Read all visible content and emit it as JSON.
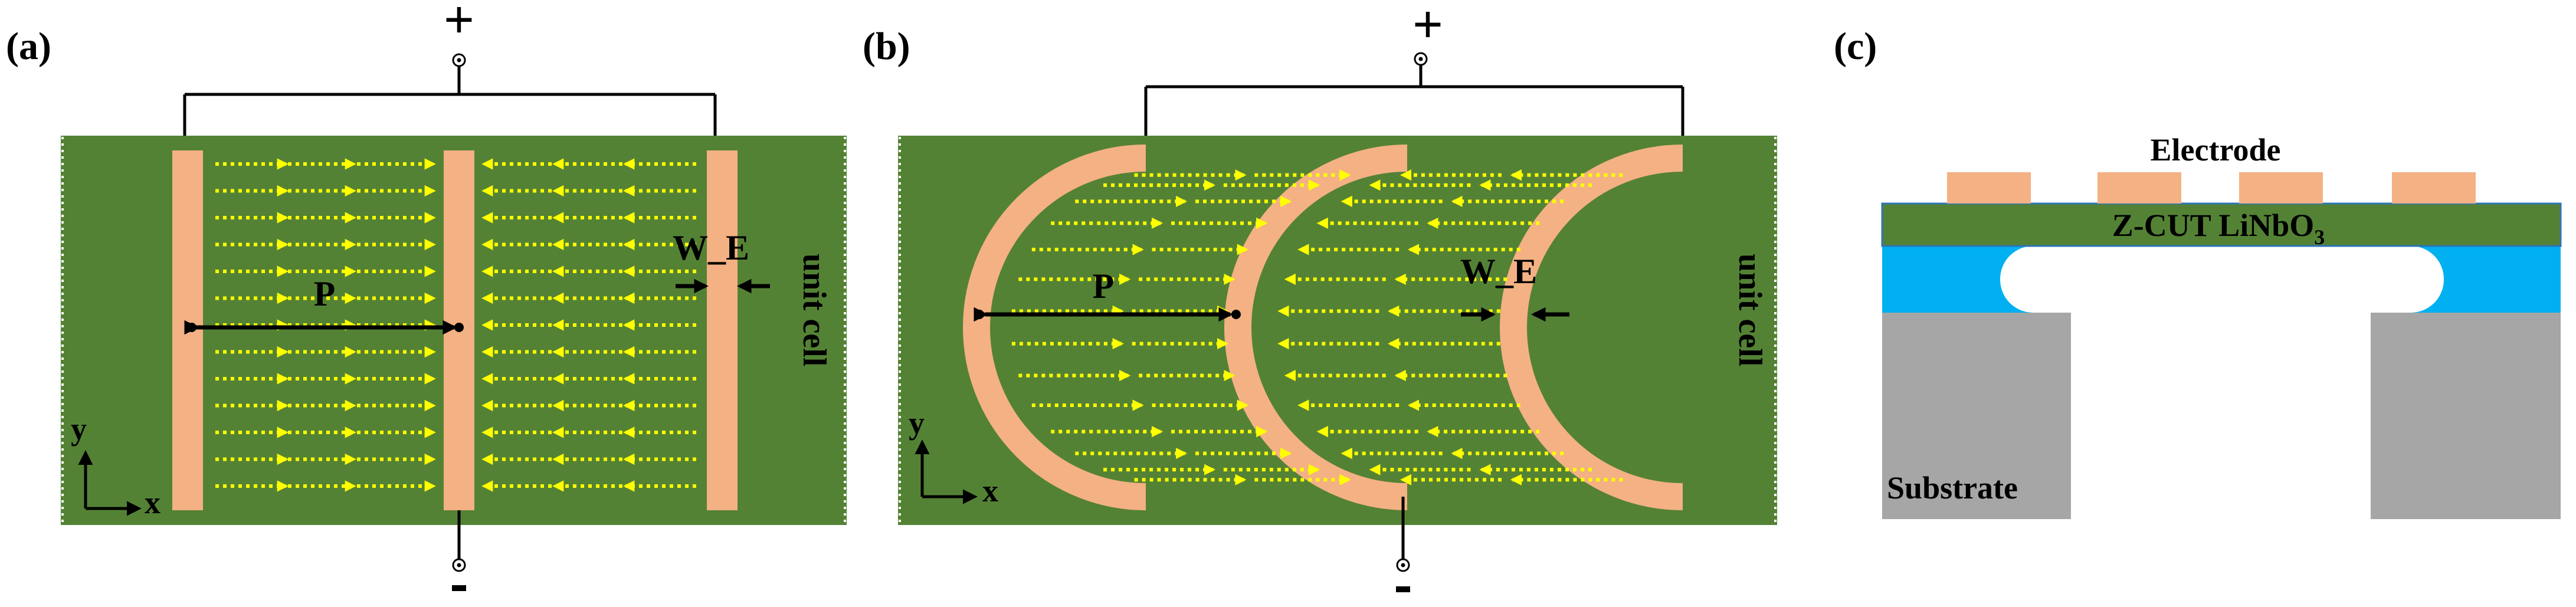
{
  "colors": {
    "plate": "#548235",
    "electrode": "#F4B183",
    "field": "#FFFF00",
    "cavity_layer": "#00B0F0",
    "substrate": "#A6A6A6",
    "wire": "#000000"
  },
  "panel_a": {
    "label": "(a)",
    "plus": "+",
    "minus": "-",
    "pitch_label": "P",
    "width_label": "W_E",
    "unit_cell": "unit cell",
    "axis_y": "y",
    "axis_x": "x",
    "field_icon": "yellow-dotted-arrow-icon"
  },
  "panel_b": {
    "label": "(b)",
    "plus": "+",
    "minus": "-",
    "pitch_label": "P",
    "width_label": "W_E",
    "unit_cell": "unit cell",
    "axis_y": "y",
    "axis_x": "x",
    "field_icon": "yellow-dotted-arrow-icon"
  },
  "panel_c": {
    "label": "(c)",
    "electrode": "Electrode",
    "film_main": "Z-CUT LiNbO",
    "film_sub": "3",
    "substrate": "Substrate"
  }
}
